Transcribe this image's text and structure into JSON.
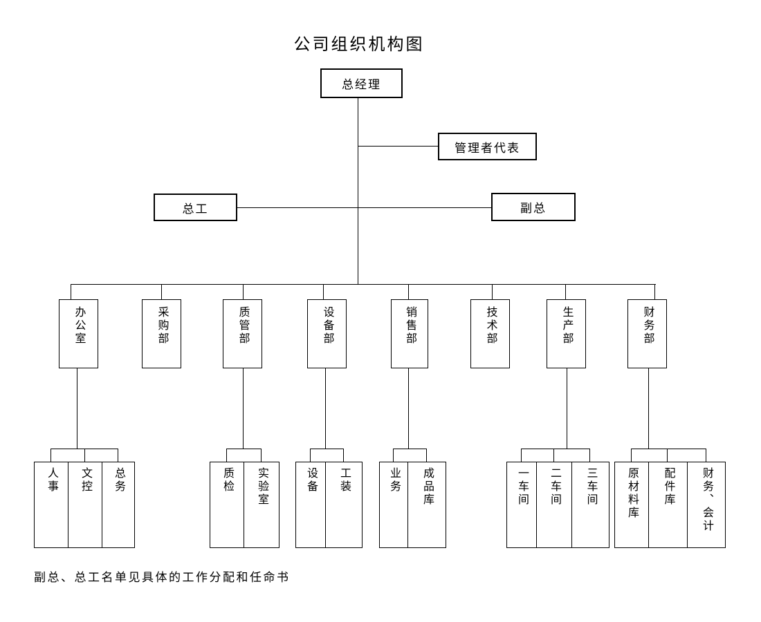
{
  "title": "公司组织机构图",
  "note": "副总、总工名单见具体的工作分配和任命书",
  "nodes": {
    "general_manager": "总经理",
    "management_representative": "管理者代表",
    "chief_engineer": "总工",
    "deputy_general_manager": "副总"
  },
  "departments": [
    {
      "label": "办公室",
      "children": [
        "人事",
        "文控",
        "总务"
      ]
    },
    {
      "label": "采购部",
      "children": []
    },
    {
      "label": "质管部",
      "children": [
        "质检",
        "实验室"
      ]
    },
    {
      "label": "设备部",
      "children": [
        "设备",
        "工装"
      ]
    },
    {
      "label": "销售部",
      "children": [
        "业务",
        "成品库"
      ]
    },
    {
      "label": "技术部",
      "children": []
    },
    {
      "label": "生产部",
      "children": [
        "一车间",
        "二车间",
        "三车间"
      ]
    },
    {
      "label": "财务部",
      "children": [
        "原材料库",
        "配件库",
        "财务、会计"
      ]
    }
  ],
  "colors": {
    "line": "#000000",
    "background": "#ffffff",
    "text": "#000000"
  }
}
